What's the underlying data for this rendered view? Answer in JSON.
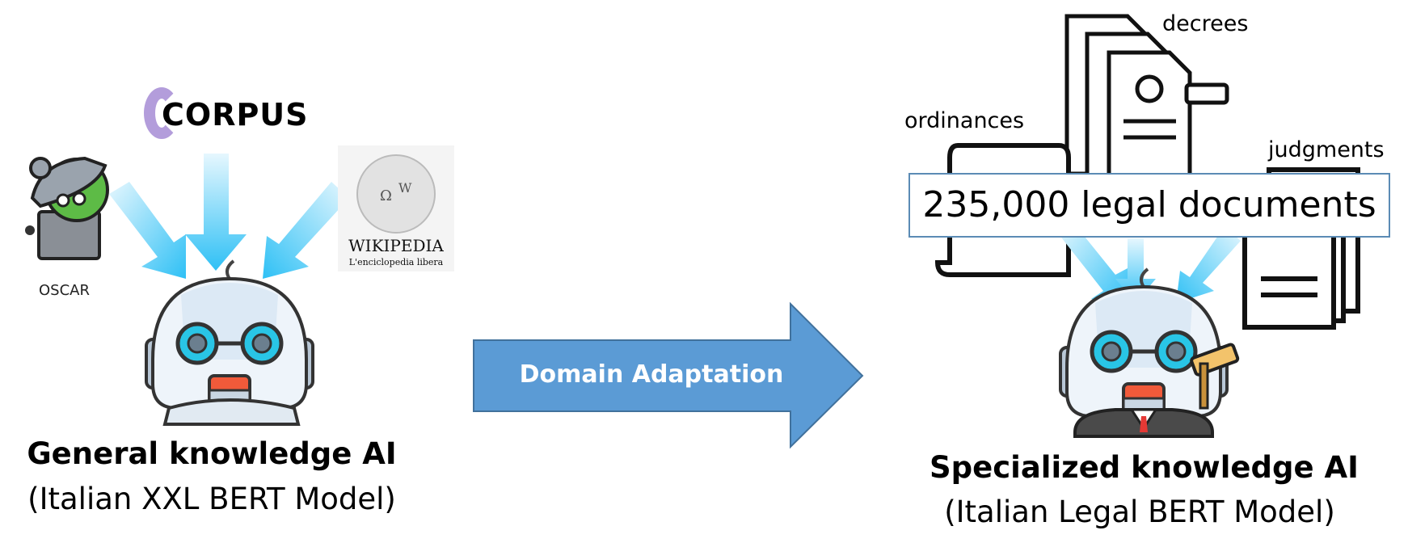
{
  "left": {
    "sources": {
      "oscar_label": "OSCAR",
      "corpus_logo": "CORPUS",
      "wikipedia_logo": "WIKIPEDIA",
      "wikipedia_tagline": "L'enciclopedia libera"
    },
    "title": "General knowledge AI",
    "subtitle": "(Italian XXL BERT Model)"
  },
  "arrow": {
    "label": "Domain Adaptation",
    "color": "#5b9bd5"
  },
  "right": {
    "doc_labels": {
      "decrees": "decrees",
      "ordinances": "ordinances",
      "judgments": "judgments"
    },
    "doc_count_box": "235,000 legal documents",
    "title": "Specialized knowledge AI",
    "subtitle": "(Italian Legal BERT Model)"
  },
  "colors": {
    "flow_arrow": "#4fc3f7",
    "robot_eye": "#29c5e6",
    "robot_mouth": "#f15a3a"
  }
}
